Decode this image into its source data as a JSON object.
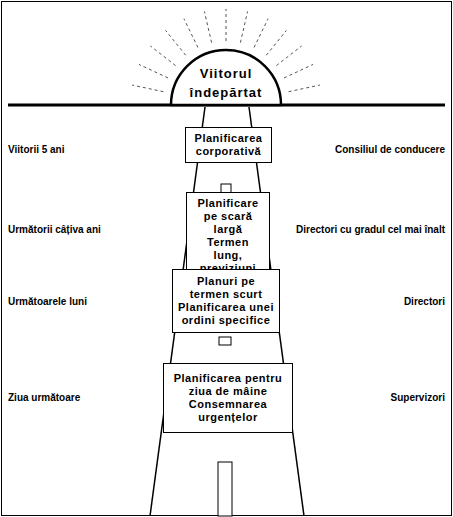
{
  "diagram": {
    "nodes": [
      {
        "text": [
          "Viitorul îndepărtat"
        ]
      },
      {
        "text": [
          "Planificarea corporativă"
        ]
      },
      {
        "text": [
          "Planificare pe scară largă",
          "Termen lung, previziuni"
        ]
      },
      {
        "text": [
          "Planuri pe termen scurt",
          "Planificarea unei ordini specifice"
        ]
      },
      {
        "text": [
          "Planificarea pentru ziua de mâine",
          "Consemnarea urgențelor"
        ]
      }
    ],
    "labels": [
      "Viitorii 5 ani",
      "Consiliul de conducere",
      "Următorii câțiva ani",
      "Directori cu gradul cel mai înalt",
      "Următoarele luni",
      "Directori",
      "Ziua următoare",
      "Supervizori"
    ]
  }
}
